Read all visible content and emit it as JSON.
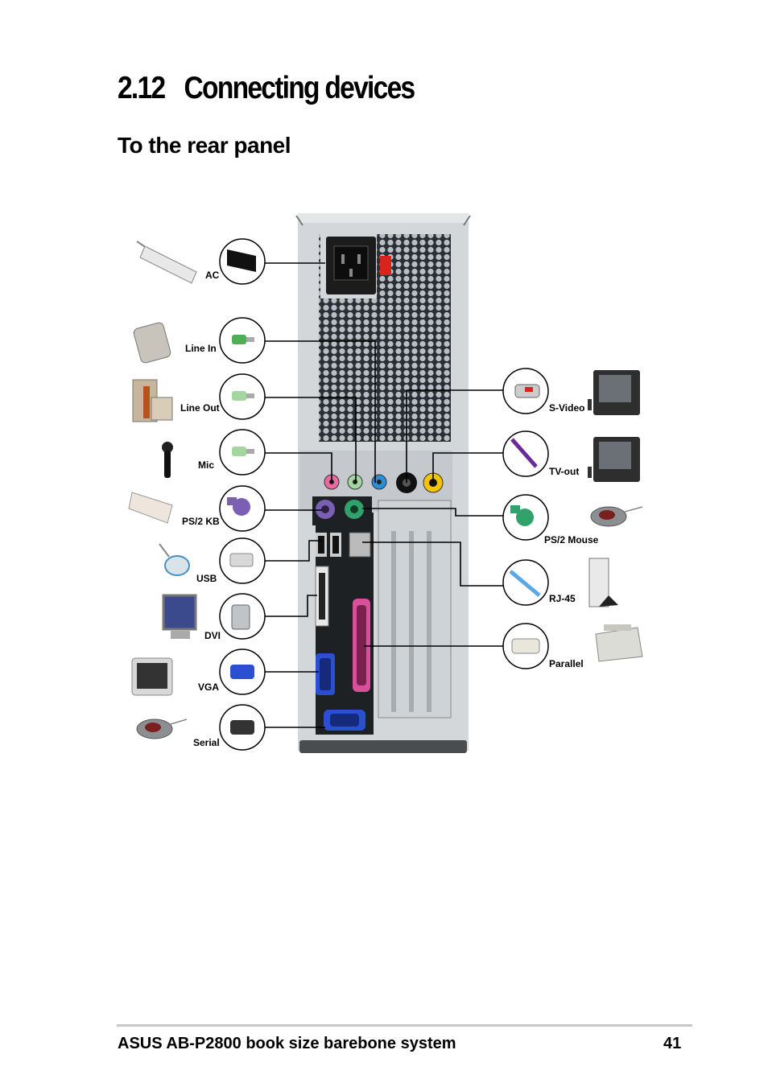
{
  "section": {
    "number": "2.12",
    "title": "Connecting devices"
  },
  "subtitle": "To the rear panel",
  "left_labels": {
    "ac": "AC",
    "line_in": "Line In",
    "line_out": "Line Out",
    "mic": "Mic",
    "ps2_kb": "PS/2 KB",
    "usb": "USB",
    "dvi": "DVI",
    "vga": "VGA",
    "serial": "Serial"
  },
  "right_labels": {
    "s_video": "S-Video",
    "tv_out": "TV-out",
    "ps2_mouse": "PS/2 Mouse",
    "rj45": "RJ-45",
    "parallel": "Parallel"
  },
  "colors": {
    "line_in_port": "#4fae57",
    "line_out_port": "#a5d6a0",
    "mic_port": "#e86aa0",
    "audio_blue": "#2a8fd6",
    "tv_out_port": "#f2c400",
    "ps2_kb": "#7a5fb5",
    "ps2_mouse": "#2fa36b",
    "vga": "#2a4fd0",
    "parallel": "#d94f9a",
    "chassis": "#d4d7da",
    "panel": "#1e2124"
  },
  "footer": {
    "text": "ASUS AB-P2800 book size barebone system",
    "page": "41"
  }
}
